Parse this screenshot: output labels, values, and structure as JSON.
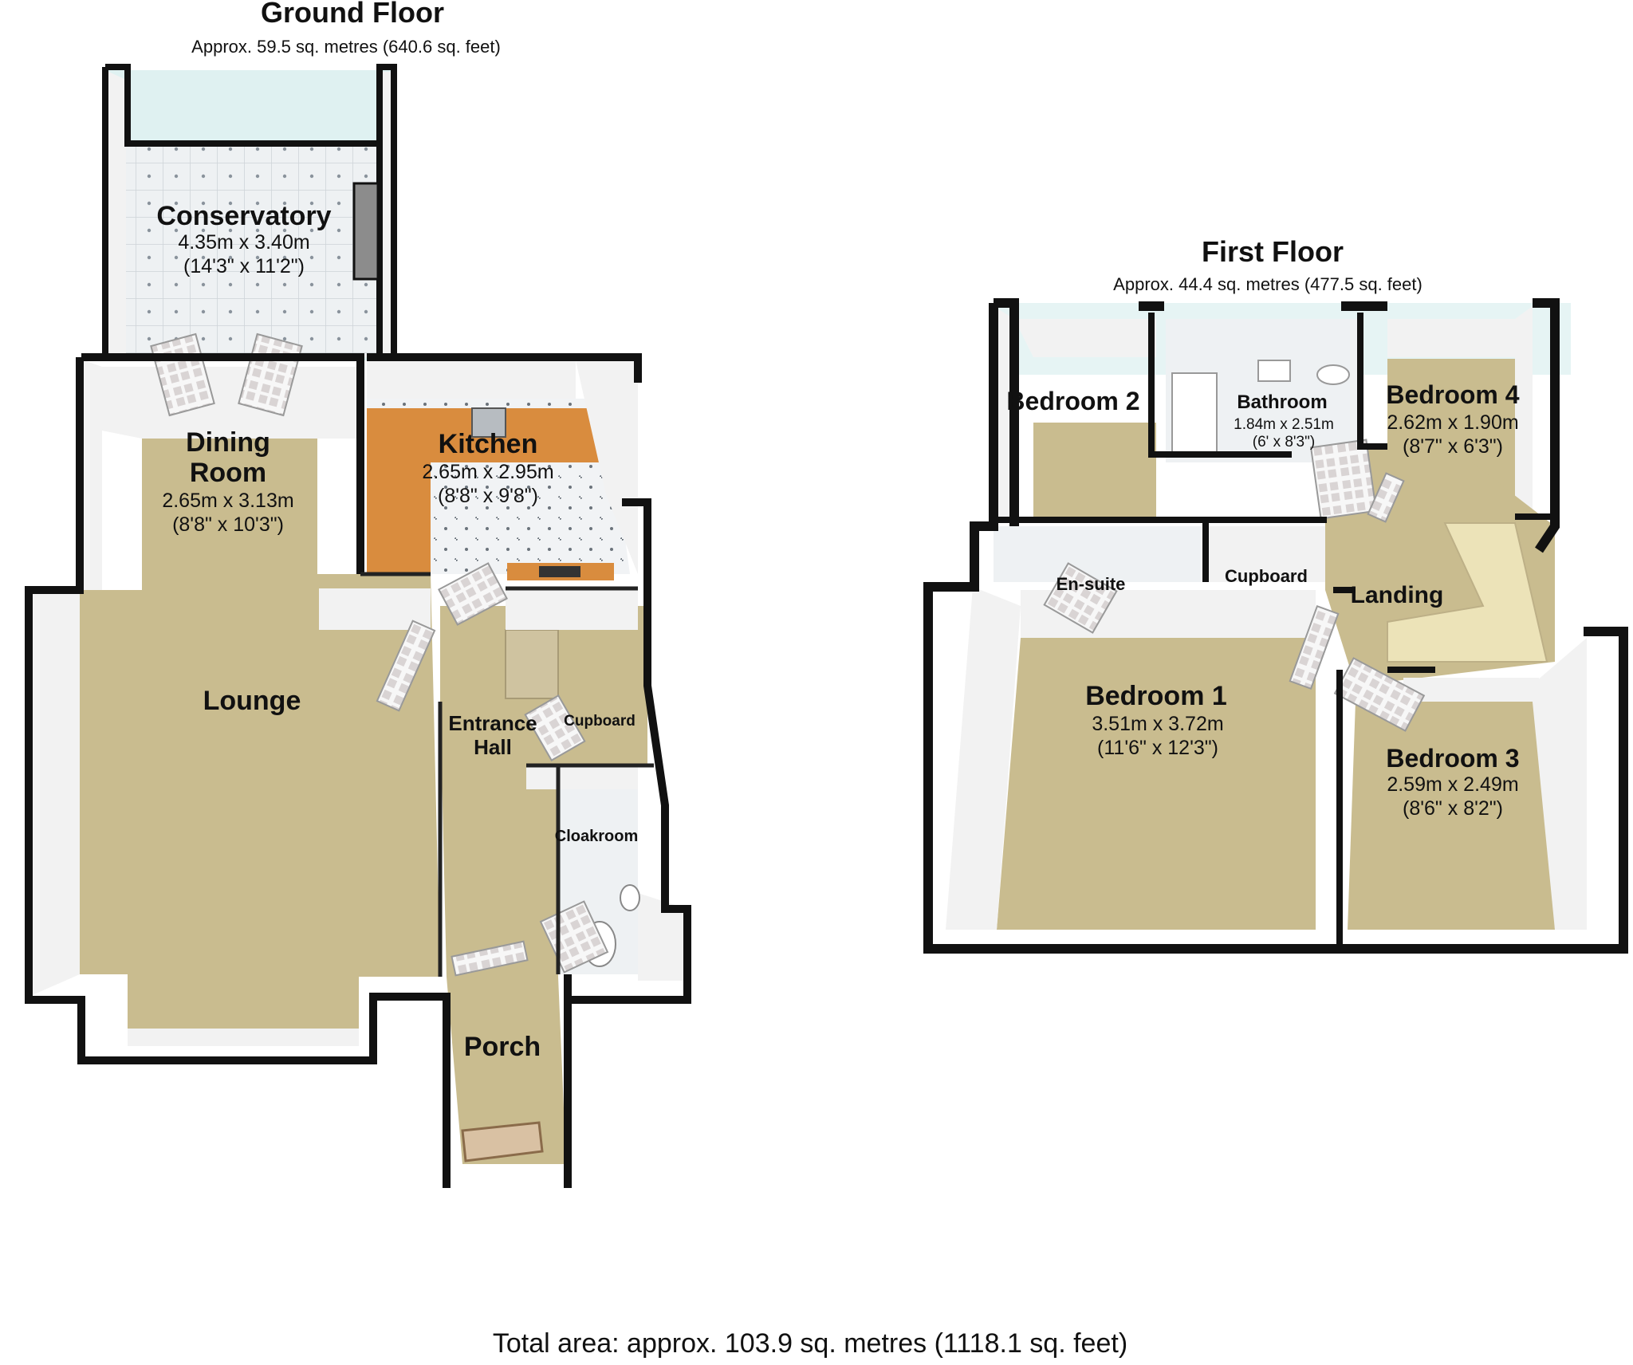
{
  "ground_floor": {
    "title": "Ground Floor",
    "area": "Approx. 59.5 sq. metres (640.6 sq. feet)",
    "rooms": {
      "conservatory": {
        "name": "Conservatory",
        "dim_m": "4.35m x 3.40m",
        "dim_ft": "(14'3\" x 11'2\")"
      },
      "dining_room": {
        "name_1": "Dining",
        "name_2": "Room",
        "dim_m": "2.65m x 3.13m",
        "dim_ft": "(8'8\" x 10'3\")"
      },
      "kitchen": {
        "name": "Kitchen",
        "dim_m": "2.65m x 2.95m",
        "dim_ft": "(8'8\" x 9'8\")"
      },
      "lounge": {
        "name": "Lounge"
      },
      "entrance_hall": {
        "name_1": "Entrance",
        "name_2": "Hall"
      },
      "cupboard": {
        "name": "Cupboard"
      },
      "cloakroom": {
        "name": "Cloakroom"
      },
      "porch": {
        "name": "Porch"
      }
    }
  },
  "first_floor": {
    "title": "First Floor",
    "area": "Approx. 44.4 sq. metres (477.5 sq. feet)",
    "rooms": {
      "bedroom_2": {
        "name": "Bedroom 2"
      },
      "bathroom": {
        "name": "Bathroom",
        "dim_m": "1.84m x 2.51m",
        "dim_ft": "(6' x 8'3\")"
      },
      "bedroom_4": {
        "name": "Bedroom 4",
        "dim_m": "2.62m x 1.90m",
        "dim_ft": "(8'7\" x 6'3\")"
      },
      "en_suite": {
        "name": "En-suite"
      },
      "cupboard": {
        "name": "Cupboard"
      },
      "landing": {
        "name": "Landing"
      },
      "bedroom_1": {
        "name": "Bedroom 1",
        "dim_m": "3.51m x 3.72m",
        "dim_ft": "(11'6\" x 12'3\")"
      },
      "bedroom_3": {
        "name": "Bedroom 3",
        "dim_m": "2.59m x 2.49m",
        "dim_ft": "(8'6\" x 8'2\")"
      }
    }
  },
  "total_area": "Total area: approx. 103.9 sq. metres (1118.1 sq. feet)",
  "colors": {
    "carpet": "#c9bc8f",
    "wall": "#111111",
    "wall_face": "#f2f2f2",
    "tile": "#eef1f3",
    "worktop": "#d98c3e",
    "glass": "#bfe3e3"
  }
}
